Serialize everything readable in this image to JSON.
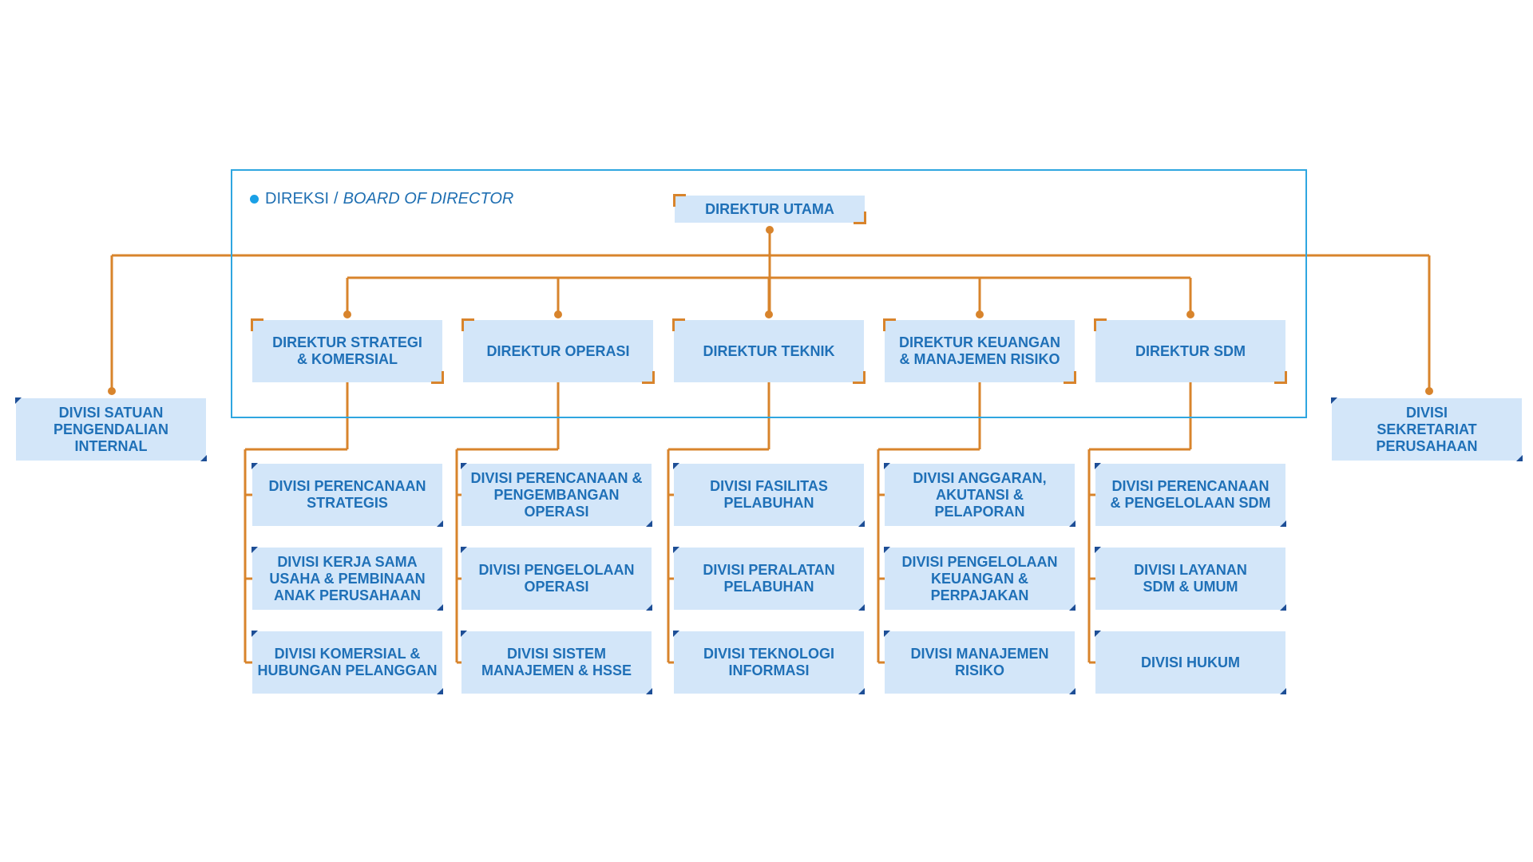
{
  "board": {
    "prefix": "DIREKSI",
    "separator": "/",
    "label_en": "BOARD OF DIRECTOR"
  },
  "colors": {
    "connector": "#d8842c",
    "box_fill": "#d3e6f9",
    "text": "#1f70b7",
    "frame": "#2fa6e0",
    "corner_mark": "#1d4e96"
  },
  "ceo": "DIREKTUR UTAMA",
  "side_units": {
    "left": "DIVISI SATUAN\nPENGENDALIAN\nINTERNAL",
    "right": "DIVISI\nSEKRETARIAT\nPERUSAHAAN"
  },
  "directors": [
    {
      "title": "DIREKTUR STRATEGI\n& KOMERSIAL",
      "divisions": [
        "DIVISI PERENCANAAN\nSTRATEGIS",
        "DIVISI KERJA SAMA\nUSAHA & PEMBINAAN\nANAK PERUSAHAAN",
        "DIVISI KOMERSIAL &\nHUBUNGAN PELANGGAN"
      ]
    },
    {
      "title": "DIREKTUR OPERASI",
      "divisions": [
        "DIVISI PERENCANAAN &\nPENGEMBANGAN\nOPERASI",
        "DIVISI PENGELOLAAN\nOPERASI",
        "DIVISI SISTEM\nMANAJEMEN & HSSE"
      ]
    },
    {
      "title": "DIREKTUR TEKNIK",
      "divisions": [
        "DIVISI FASILITAS\nPELABUHAN",
        "DIVISI PERALATAN\nPELABUHAN",
        "DIVISI TEKNOLOGI\nINFORMASI"
      ]
    },
    {
      "title": "DIREKTUR KEUANGAN\n& MANAJEMEN RISIKO",
      "divisions": [
        "DIVISI ANGGARAN,\nAKUTANSI &\nPELAPORAN",
        "DIVISI PENGELOLAAN\nKEUANGAN &\nPERPAJAKAN",
        "DIVISI MANAJEMEN\nRISIKO"
      ]
    },
    {
      "title": "DIREKTUR SDM",
      "divisions": [
        "DIVISI PERENCANAAN\n& PENGELOLAAN SDM",
        "DIVISI LAYANAN\nSDM & UMUM",
        "DIVISI HUKUM"
      ]
    }
  ]
}
